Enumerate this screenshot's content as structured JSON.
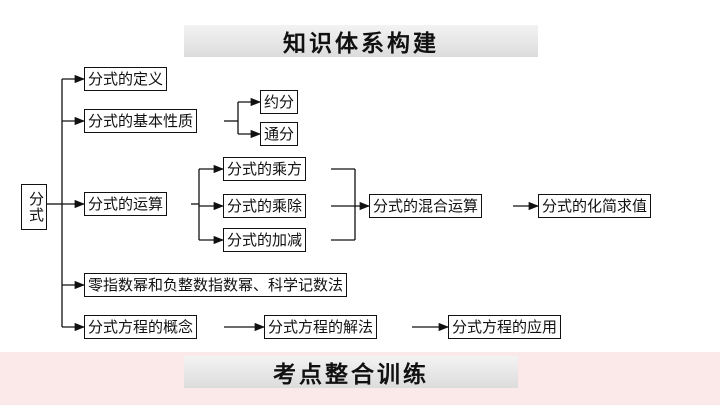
{
  "header": {
    "title": "知识体系构建"
  },
  "footer": {
    "title": "考点整合训练"
  },
  "diagram": {
    "root": "分式",
    "definition": "分式的定义",
    "basic_property": "分式的基本性质",
    "yuefen": "约分",
    "tongfen": "通分",
    "operation": "分式的运算",
    "multiply_power": "分式的乘方",
    "multiply_divide": "分式的乘除",
    "add_subtract": "分式的加减",
    "mixed_operation": "分式的混合运算",
    "evaluate": "分式的化简求值",
    "exponent": "零指数幂和负整数指数幂、科学记数法",
    "equation_concept": "分式方程的概念",
    "equation_solution": "分式方程的解法",
    "equation_application": "分式方程的应用"
  }
}
